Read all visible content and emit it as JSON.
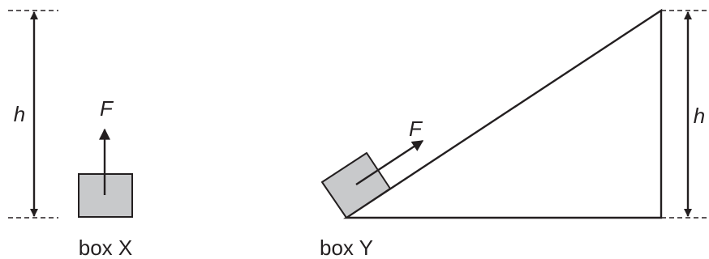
{
  "labels": {
    "height_left": "h",
    "height_right": "h",
    "force_x": "F",
    "force_y": "F",
    "box_x": "box X",
    "box_y": "box Y"
  },
  "colors": {
    "line": "#231f20",
    "box_fill": "#c8c9cb"
  }
}
